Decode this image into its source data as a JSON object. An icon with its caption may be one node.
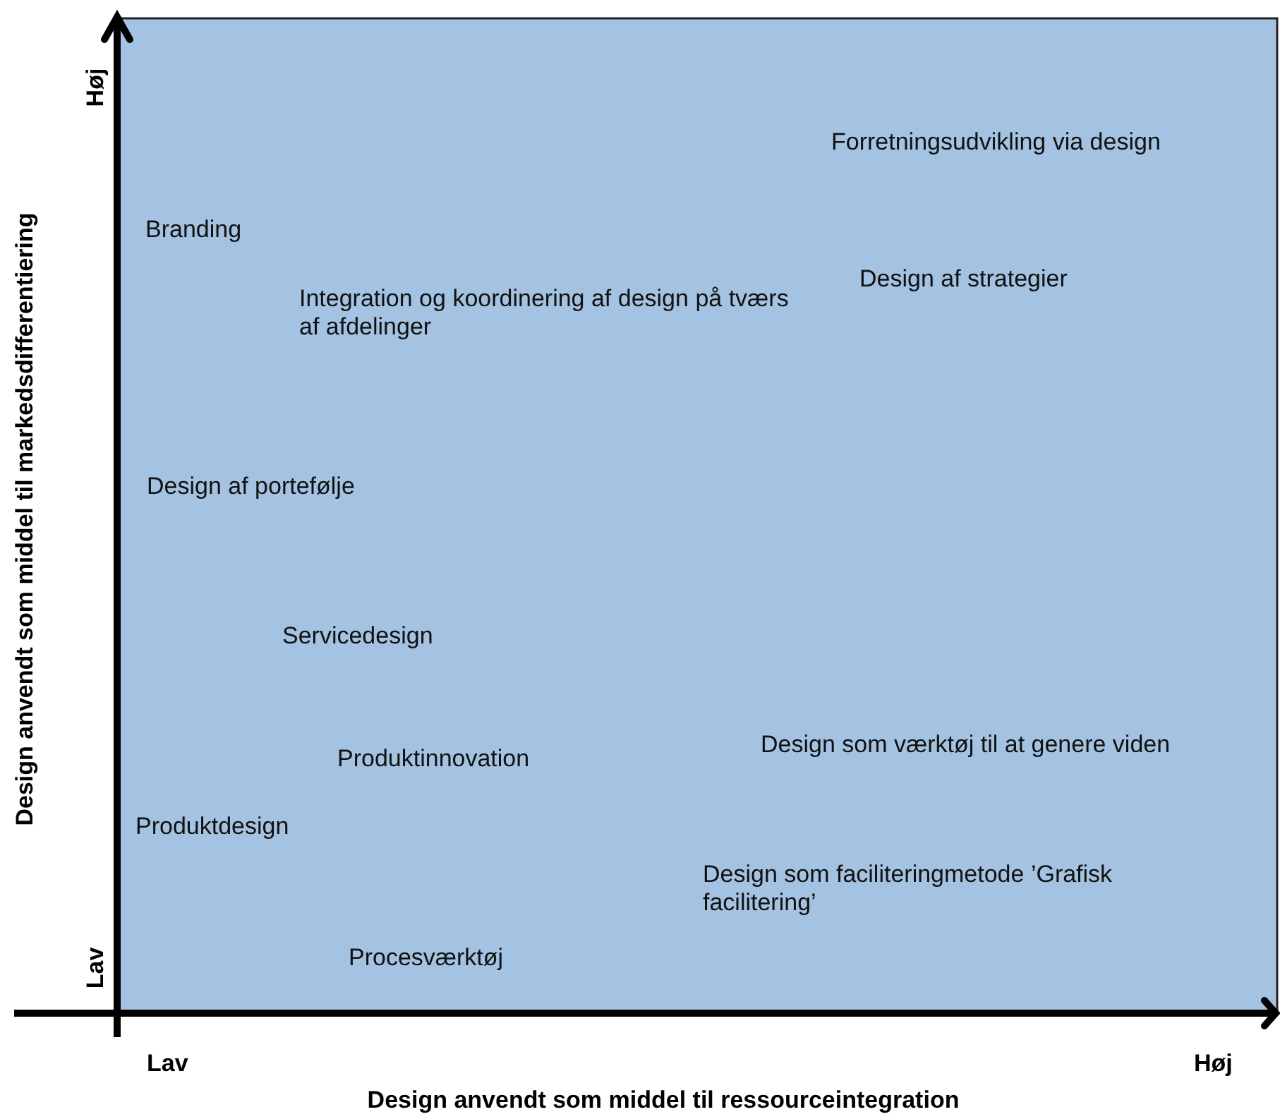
{
  "diagram": {
    "labels": [
      "Design anvendt som middel til markedsdifferentiering",
      "Høj",
      "Forretningsudvikling via design",
      "Branding",
      "Design af strategier",
      "Integration og koordinering af design på tværs af afdelinger",
      "Design af portefølje",
      "Servicedesign",
      "Design som værktøj til at genere viden",
      "Produktinnovation",
      "Produktdesign",
      "Design som faciliteringmetode ’Grafisk facilitering’",
      "Procesværktøj",
      "Lav",
      "Lav",
      "Høj",
      "Design anvendt som middel til ressourceintegration"
    ]
  }
}
